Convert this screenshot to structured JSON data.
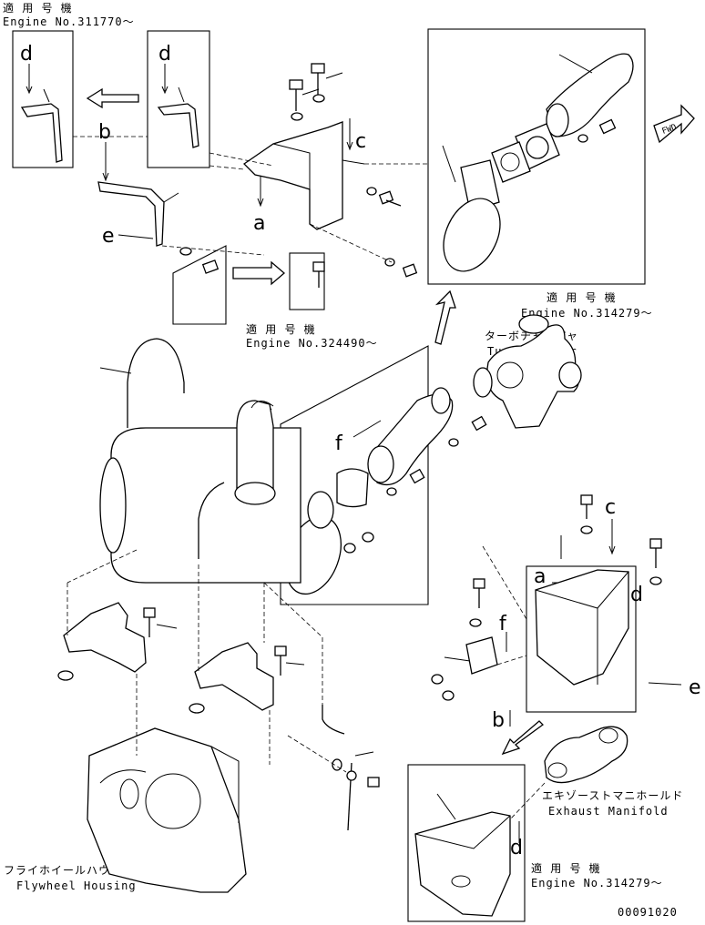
{
  "notes": {
    "note_311770": {
      "jp": "適 用 号 機",
      "en": "Engine No.311770～"
    },
    "note_324490": {
      "jp": "適 用 号 機",
      "en": "Engine No.324490～"
    },
    "note_314279_top": {
      "jp": "適 用 号 機",
      "en": "Engine No.314279～"
    },
    "note_314279_bottom": {
      "jp": "適 用 号 機",
      "en": "Engine No.314279～"
    }
  },
  "parts": {
    "turbocharger": {
      "jp": "ターボチャージャ",
      "en": "Turbocharger"
    },
    "exhaust_manifold": {
      "jp": "エキゾーストマニホールド",
      "en": "Exhaust Manifold"
    },
    "flywheel_housing": {
      "jp": "フライホイールハウジング",
      "en": "Flywheel Housing"
    }
  },
  "direction": {
    "fwd": "FWD"
  },
  "callouts": {
    "a": "a",
    "b": "b",
    "c": "c",
    "d": "d",
    "e": "e",
    "f": "f"
  },
  "drawing_number": "00091020"
}
